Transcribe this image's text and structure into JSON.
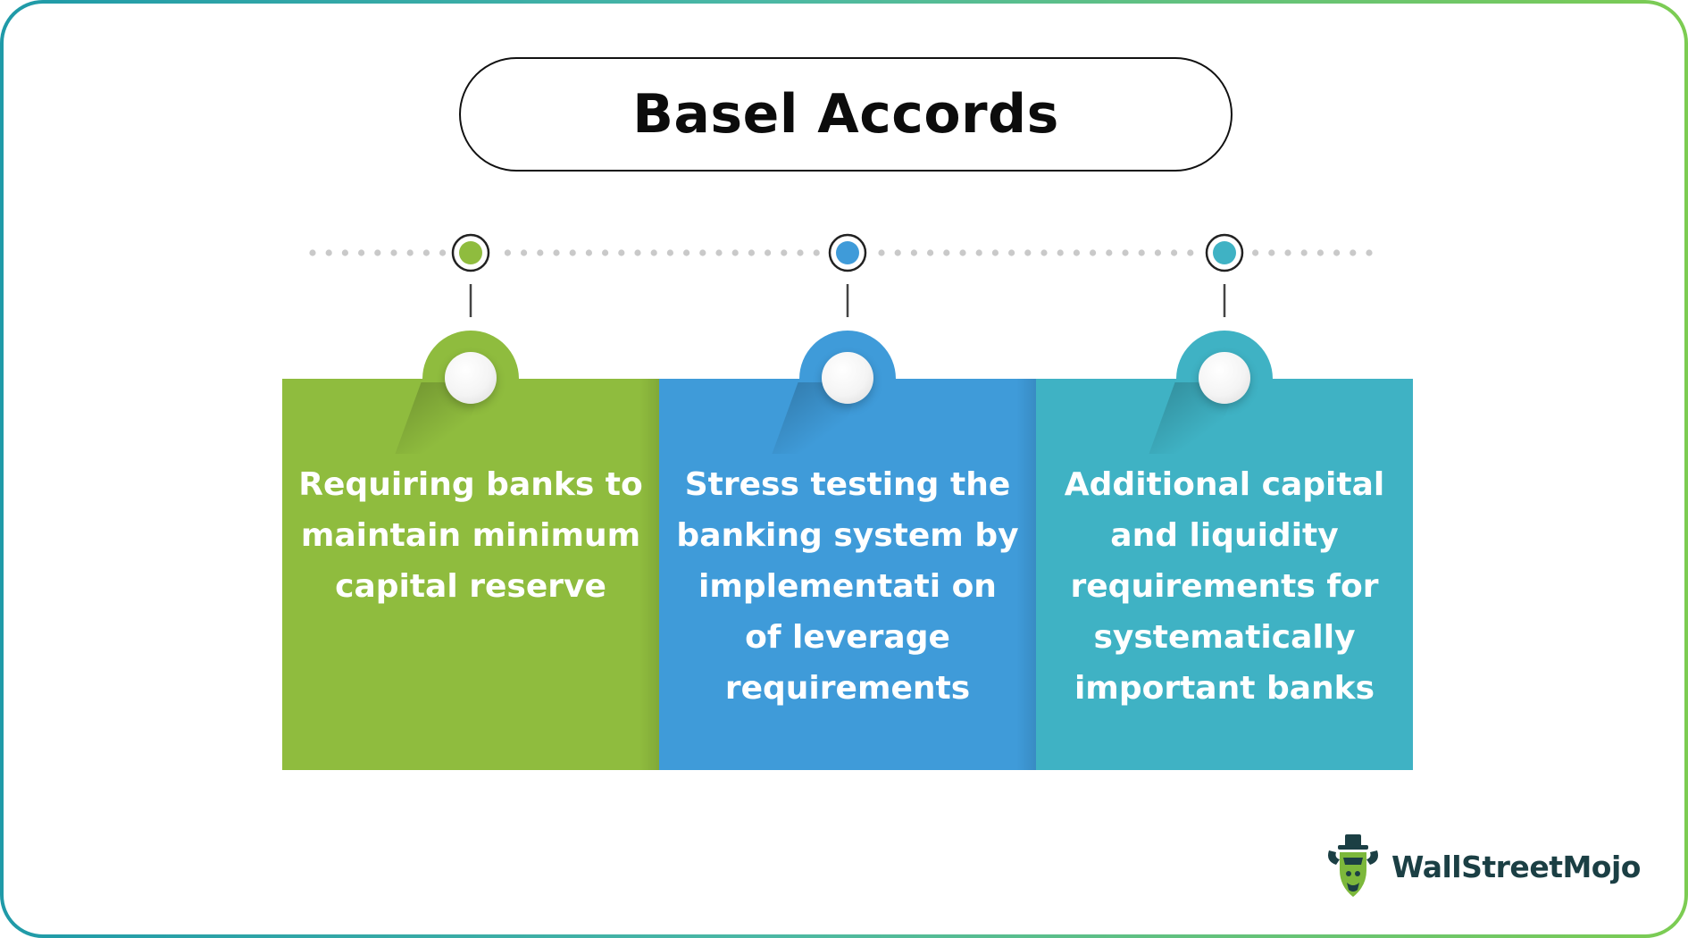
{
  "title": "Basel Accords",
  "colors": {
    "green": "#8fbc3e",
    "blue": "#3f9bd9",
    "teal": "#3fb2c4",
    "dot_gray": "#c9c9c9",
    "logo_dark": "#1b3f44",
    "logo_green": "#7cb83b"
  },
  "cards": [
    {
      "id": "green",
      "color": "#8fbc3e",
      "dot_color": "#8fbc3e",
      "text": "Requiring banks to maintain minimum capital reserve"
    },
    {
      "id": "blue",
      "color": "#3f9bd9",
      "dot_color": "#3f9bd9",
      "text": "Stress testing the banking system by implementati on of leverage requirements"
    },
    {
      "id": "teal",
      "color": "#3fb2c4",
      "dot_color": "#3fb2c4",
      "text": "Additional capital and liquidity requirements for systematically important banks"
    }
  ],
  "logo": {
    "text": "WallStreetMojo",
    "icon": "bull-with-hat-icon"
  }
}
